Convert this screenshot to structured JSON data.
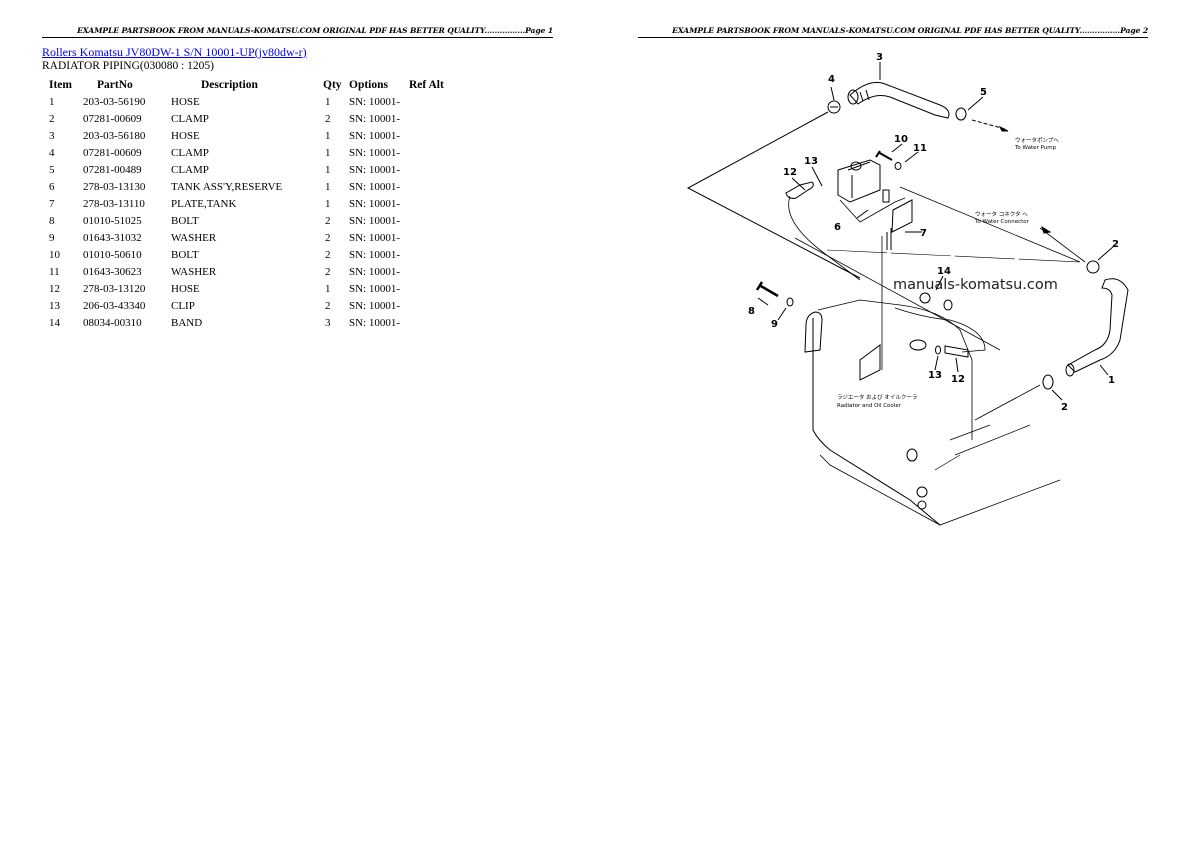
{
  "pages": [
    {
      "header": "EXAMPLE PARTSBOOK FROM MANUALS-KOMATSU.COM ORIGINAL PDF HAS BETTER QUALITY................Page 1"
    },
    {
      "header": "EXAMPLE PARTSBOOK FROM MANUALS-KOMATSU.COM ORIGINAL PDF HAS BETTER QUALITY................Page 2"
    }
  ],
  "title_link": "Rollers Komatsu JV80DW-1 S/N 10001-UP(jv80dw-r)",
  "section_title": "RADIATOR PIPING(030080 : 1205)",
  "table": {
    "columns": [
      "Item",
      "PartNo",
      "Description",
      "Qty",
      "Options",
      "Ref Alt"
    ],
    "rows": [
      {
        "item": "1",
        "partno": "203-03-56190",
        "description": "HOSE",
        "qty": "1",
        "options": "SN: 10001-",
        "ref_alt": ""
      },
      {
        "item": "2",
        "partno": "07281-00609",
        "description": "CLAMP",
        "qty": "2",
        "options": "SN: 10001-",
        "ref_alt": ""
      },
      {
        "item": "3",
        "partno": "203-03-56180",
        "description": "HOSE",
        "qty": "1",
        "options": "SN: 10001-",
        "ref_alt": ""
      },
      {
        "item": "4",
        "partno": "07281-00609",
        "description": "CLAMP",
        "qty": "1",
        "options": "SN: 10001-",
        "ref_alt": ""
      },
      {
        "item": "5",
        "partno": "07281-00489",
        "description": "CLAMP",
        "qty": "1",
        "options": "SN: 10001-",
        "ref_alt": ""
      },
      {
        "item": "6",
        "partno": "278-03-13130",
        "description": "TANK ASS'Y,RESERVE",
        "qty": "1",
        "options": "SN: 10001-",
        "ref_alt": ""
      },
      {
        "item": "7",
        "partno": "278-03-13110",
        "description": "PLATE,TANK",
        "qty": "1",
        "options": "SN: 10001-",
        "ref_alt": ""
      },
      {
        "item": "8",
        "partno": "01010-51025",
        "description": "BOLT",
        "qty": "2",
        "options": "SN: 10001-",
        "ref_alt": ""
      },
      {
        "item": "9",
        "partno": "01643-31032",
        "description": "WASHER",
        "qty": "2",
        "options": "SN: 10001-",
        "ref_alt": ""
      },
      {
        "item": "10",
        "partno": "01010-50610",
        "description": "BOLT",
        "qty": "2",
        "options": "SN: 10001-",
        "ref_alt": ""
      },
      {
        "item": "11",
        "partno": "01643-30623",
        "description": "WASHER",
        "qty": "2",
        "options": "SN: 10001-",
        "ref_alt": ""
      },
      {
        "item": "12",
        "partno": "278-03-13120",
        "description": "HOSE",
        "qty": "1",
        "options": "SN: 10001-",
        "ref_alt": ""
      },
      {
        "item": "13",
        "partno": "206-03-43340",
        "description": "CLIP",
        "qty": "2",
        "options": "SN: 10001-",
        "ref_alt": ""
      },
      {
        "item": "14",
        "partno": "08034-00310",
        "description": "BAND",
        "qty": "3",
        "options": "SN: 10001-",
        "ref_alt": ""
      }
    ]
  },
  "diagram": {
    "callouts": [
      "1",
      "2",
      "2",
      "3",
      "4",
      "5",
      "6",
      "7",
      "8",
      "9",
      "10",
      "11",
      "12",
      "12",
      "13",
      "14"
    ],
    "notes": {
      "water_pump_jp": "ウォータポンプへ",
      "water_pump_en": "To Water Pump",
      "water_connector_jp": "ウォータ コネクタ へ",
      "water_connector_en": "To Water Connector",
      "radiator_jp": "ラジエータ および オイルクーラ",
      "radiator_en": "Radiator and Oil Cooler"
    },
    "watermark": "manuals-komatsu.com"
  },
  "colors": {
    "link": "#0000ee",
    "text": "#000000",
    "background": "#ffffff"
  }
}
